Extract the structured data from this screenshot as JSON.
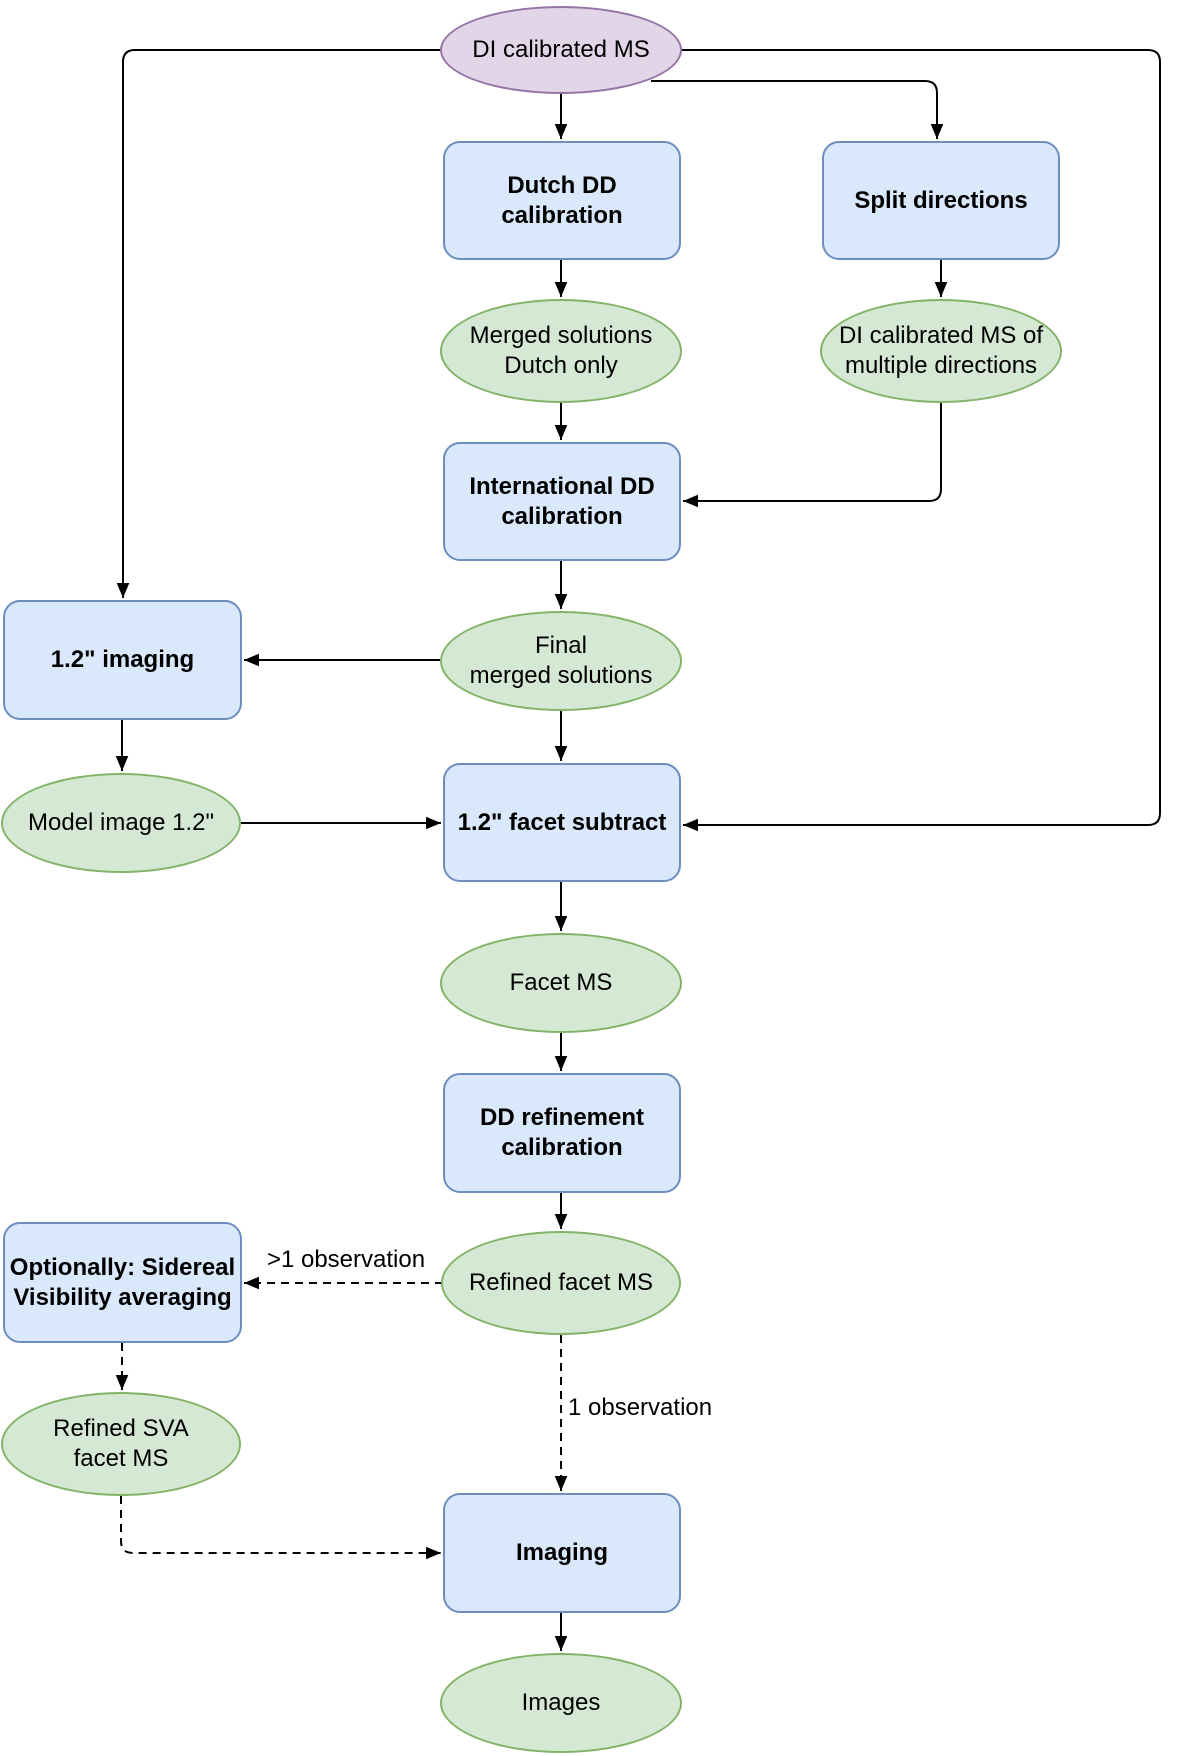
{
  "colors": {
    "background": "#ffffff",
    "process-fill": "#dae8fc",
    "process-stroke": "#6c8ebf",
    "data-fill": "#d5e8d4",
    "data-stroke": "#82b366",
    "start-fill": "#e1d5e7",
    "start-stroke": "#9673a6",
    "edge-color": "#000000"
  },
  "nodes": {
    "di_ms": {
      "label": "DI calibrated MS"
    },
    "dutch_dd": {
      "label": "Dutch DD\ncalibration"
    },
    "split_directions": {
      "label": "Split directions"
    },
    "merged_dutch": {
      "label": "Merged solutions\nDutch only"
    },
    "multi_dir": {
      "label": "DI calibrated MS of\nmultiple directions"
    },
    "intl_dd": {
      "label": "International DD\ncalibration"
    },
    "final_merged": {
      "label": "Final\nmerged solutions"
    },
    "imaging_12": {
      "label": "1.2\" imaging"
    },
    "model_image_12": {
      "label": "Model image 1.2\""
    },
    "facet_subtract": {
      "label": "1.2\" facet subtract"
    },
    "facet_ms": {
      "label": "Facet MS"
    },
    "dd_refinement": {
      "label": "DD refinement\ncalibration"
    },
    "refined_facet_ms": {
      "label": "Refined facet MS"
    },
    "sva": {
      "label": "Optionally: Sidereal\nVisibility averaging"
    },
    "refined_sva": {
      "label": "Refined SVA\nfacet MS"
    },
    "imaging": {
      "label": "Imaging"
    },
    "images": {
      "label": "Images"
    }
  },
  "edge_labels": {
    "gt1_observation": ">1 observation",
    "one_observation": "1 observation"
  }
}
